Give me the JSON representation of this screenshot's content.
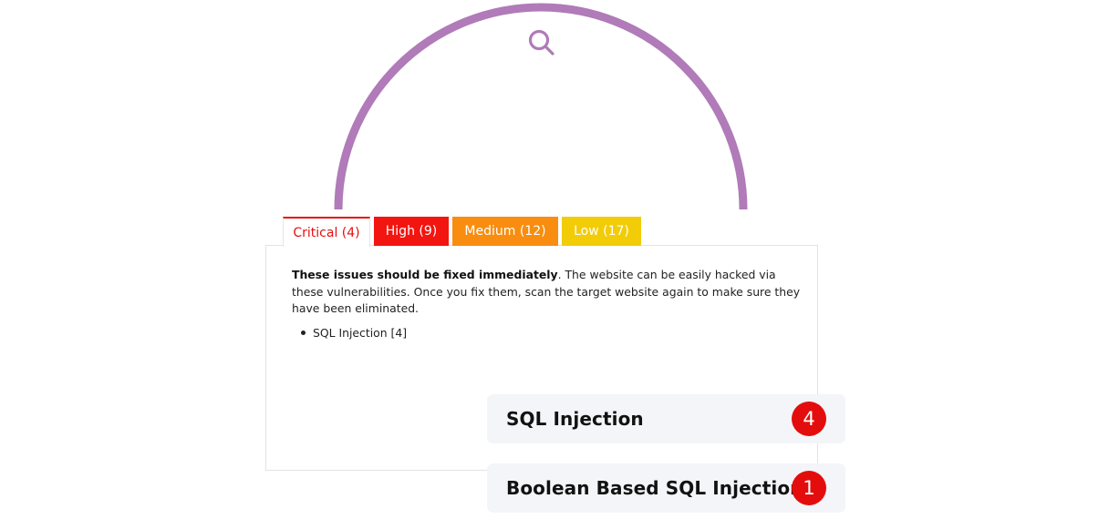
{
  "colors": {
    "arc": "#b07bb8",
    "critical": "#e3100f",
    "high": "#f3150f",
    "medium": "#f88d0f",
    "low": "#f3cc08",
    "badge": "#e40d0d"
  },
  "header_icon": "search-icon",
  "tabs": [
    {
      "label": "Critical (4)",
      "severity": "critical",
      "selected": true
    },
    {
      "label": "High (9)",
      "severity": "high",
      "selected": false
    },
    {
      "label": "Medium (12)",
      "severity": "medium",
      "selected": false
    },
    {
      "label": "Low (17)",
      "severity": "low",
      "selected": false
    }
  ],
  "panel": {
    "description_bold": "These issues should be fixed immediately",
    "description_rest": ". The website can be easily hacked via these vulnerabilities. Once you fix them, scan the target website again to make sure they have been eliminated.",
    "issues": [
      {
        "label": "SQL Injection [4]"
      }
    ]
  },
  "cards": [
    {
      "title": "SQL Injection",
      "count": "4"
    },
    {
      "title": "Boolean Based SQL Injection",
      "count": "1"
    }
  ]
}
